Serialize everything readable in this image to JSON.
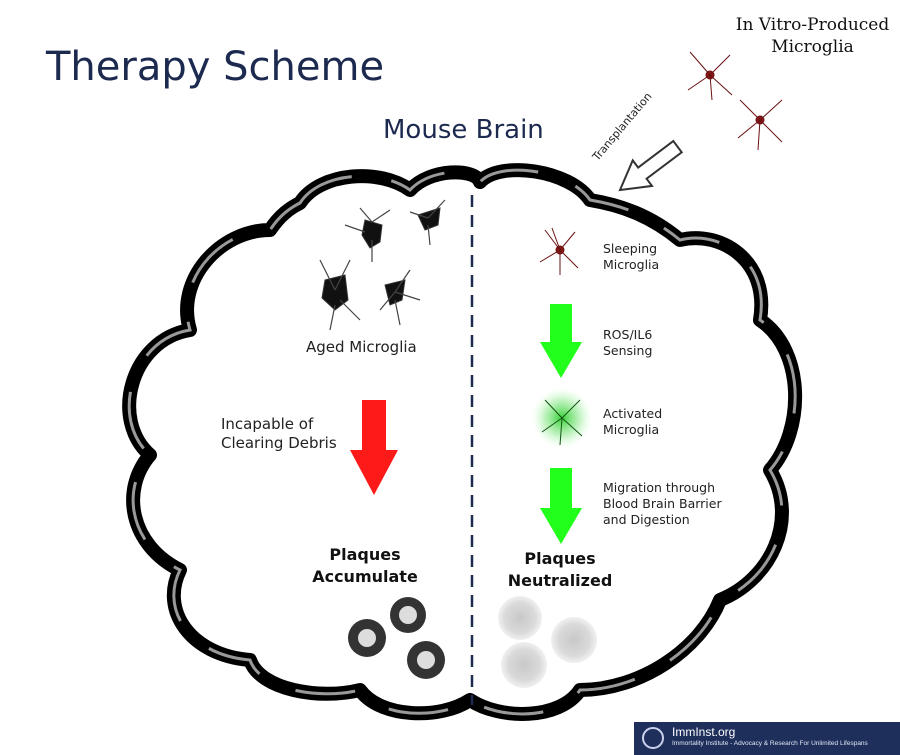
{
  "title": "Therapy Scheme",
  "subtitle": "Mouse Brain",
  "invitro": {
    "line1": "In Vitro-Produced",
    "line2": "Microglia"
  },
  "transplant_label": "Transplantation",
  "left": {
    "aged": "Aged Microglia",
    "incapable1": "Incapable of",
    "incapable2": "Clearing Debris",
    "plaques1": "Plaques",
    "plaques2": "Accumulate"
  },
  "right": {
    "sleeping1": "Sleeping",
    "sleeping2": "Microglia",
    "ros1": "ROS/IL6",
    "ros2": "Sensing",
    "activated1": "Activated",
    "activated2": "Microglia",
    "migration1": "Migration through",
    "migration2": "Blood Brain Barrier",
    "migration3": "and Digestion",
    "plaques1": "Plaques",
    "plaques2": "Neutralized"
  },
  "footer": {
    "name": "ImmInst.org",
    "tagline": "Immortality Institute - Advocacy & Research For Unlimited Lifespans"
  },
  "colors": {
    "title": "#1d2a4f",
    "red_arrow": "#ff1a1a",
    "green_arrow": "#22ff1a",
    "footer_bg": "#1f2f5c"
  }
}
